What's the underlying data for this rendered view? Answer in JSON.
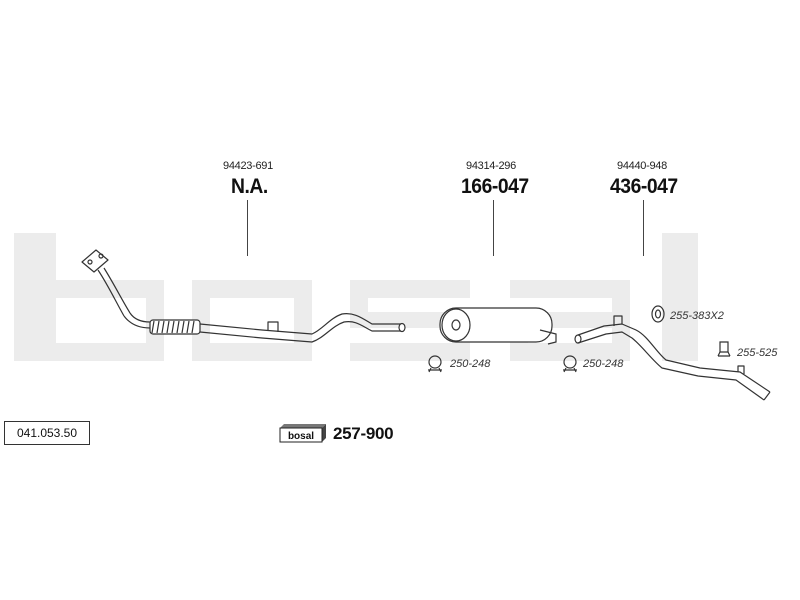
{
  "reference_number": "041.053.50",
  "watermark": "bosal",
  "kit": {
    "logo_text": "bosal",
    "part_number": "257-900"
  },
  "parts": [
    {
      "oe_number": "94423-691",
      "part_number": "N.A."
    },
    {
      "oe_number": "94314-296",
      "part_number": "166-047"
    },
    {
      "oe_number": "94440-948",
      "part_number": "436-047"
    }
  ],
  "accessories": [
    {
      "part_number": "250-248"
    },
    {
      "part_number": "250-248"
    },
    {
      "part_number": "255-383X2"
    },
    {
      "part_number": "255-525"
    }
  ]
}
